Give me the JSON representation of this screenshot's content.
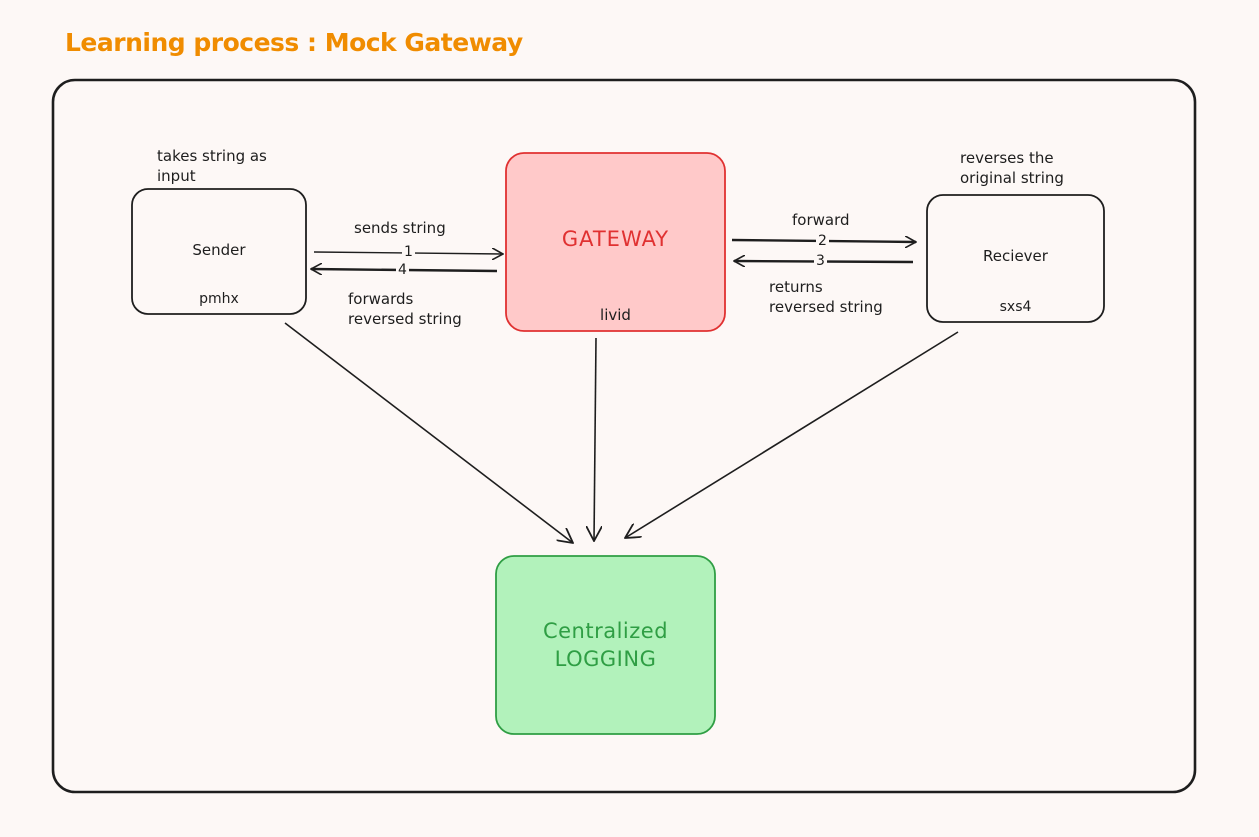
{
  "title": "Learning process : Mock Gateway",
  "nodes": {
    "sender": {
      "label": "Sender",
      "id": "pmhx",
      "note": [
        "takes string as",
        "input"
      ]
    },
    "gateway": {
      "label": "GATEWAY",
      "id": "livid"
    },
    "receiver": {
      "label": "Reciever",
      "id": "sxs4",
      "note": [
        "reverses the",
        "original string"
      ]
    },
    "logging": {
      "label": [
        "Centralized",
        "LOGGING"
      ]
    }
  },
  "edges": {
    "sender_to_gateway": {
      "step": "1",
      "label": [
        "sends string"
      ]
    },
    "gateway_to_sender": {
      "step": "4",
      "label": [
        "forwards",
        "reversed string"
      ]
    },
    "gateway_to_receiver": {
      "step": "2",
      "label": [
        "forward"
      ]
    },
    "receiver_to_gateway": {
      "step": "3",
      "label": [
        "returns",
        "reversed string"
      ]
    }
  },
  "colors": {
    "title": "#f08c00",
    "gateway_fill": "#ffc9c9",
    "gateway_stroke": "#e03131",
    "logging_fill": "#b2f2bb",
    "logging_stroke": "#2f9e44",
    "ink": "#1e1e1e"
  }
}
